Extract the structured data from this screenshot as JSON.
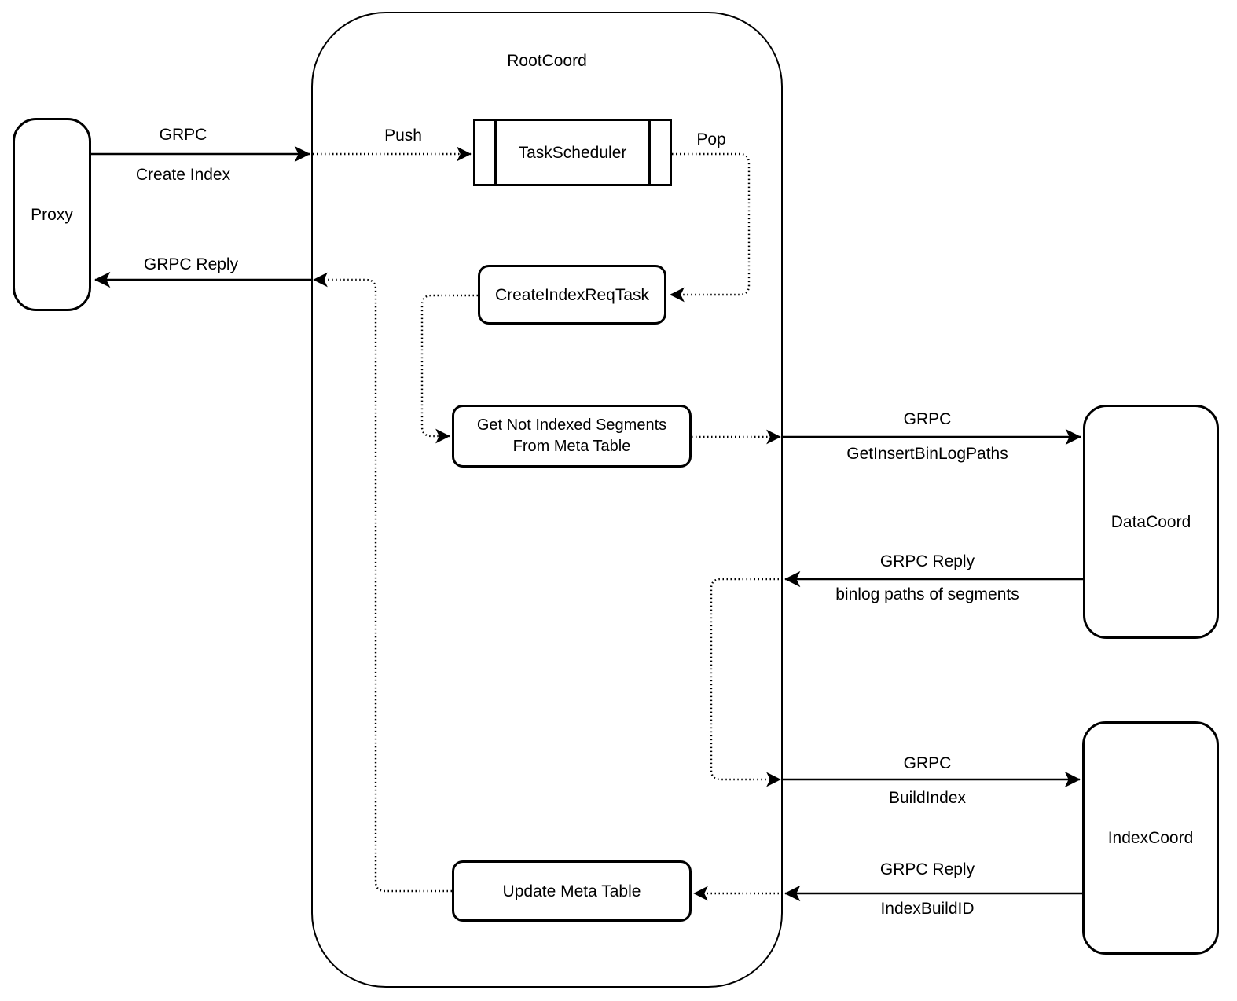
{
  "diagram": {
    "background_color": "#ffffff",
    "stroke_color": "#000000",
    "nodes": {
      "proxy": {
        "label": "Proxy"
      },
      "rootcoord": {
        "label": "RootCoord"
      },
      "taskscheduler": {
        "label": "TaskScheduler"
      },
      "createindexreqtask": {
        "label": "CreateIndexReqTask"
      },
      "get_not_indexed_segments": {
        "label": "Get Not Indexed Segments From Meta Table"
      },
      "update_meta_table": {
        "label": "Update Meta Table"
      },
      "datacoord": {
        "label": "DataCoord"
      },
      "indexcoord": {
        "label": "IndexCoord"
      }
    },
    "edges": {
      "proxy_to_rootcoord": {
        "line1": "GRPC",
        "line2": "Create Index"
      },
      "push": {
        "label": "Push"
      },
      "pop": {
        "label": "Pop"
      },
      "rootcoord_to_proxy": {
        "label": "GRPC Reply"
      },
      "rootcoord_to_datacoord": {
        "line1": "GRPC",
        "line2": "GetInsertBinLogPaths"
      },
      "datacoord_to_rootcoord": {
        "line1": "GRPC Reply",
        "line2": "binlog paths of segments"
      },
      "rootcoord_to_indexcoord": {
        "line1": "GRPC",
        "line2": "BuildIndex"
      },
      "indexcoord_to_rootcoord": {
        "line1": "GRPC Reply",
        "line2": "IndexBuildID"
      }
    }
  }
}
